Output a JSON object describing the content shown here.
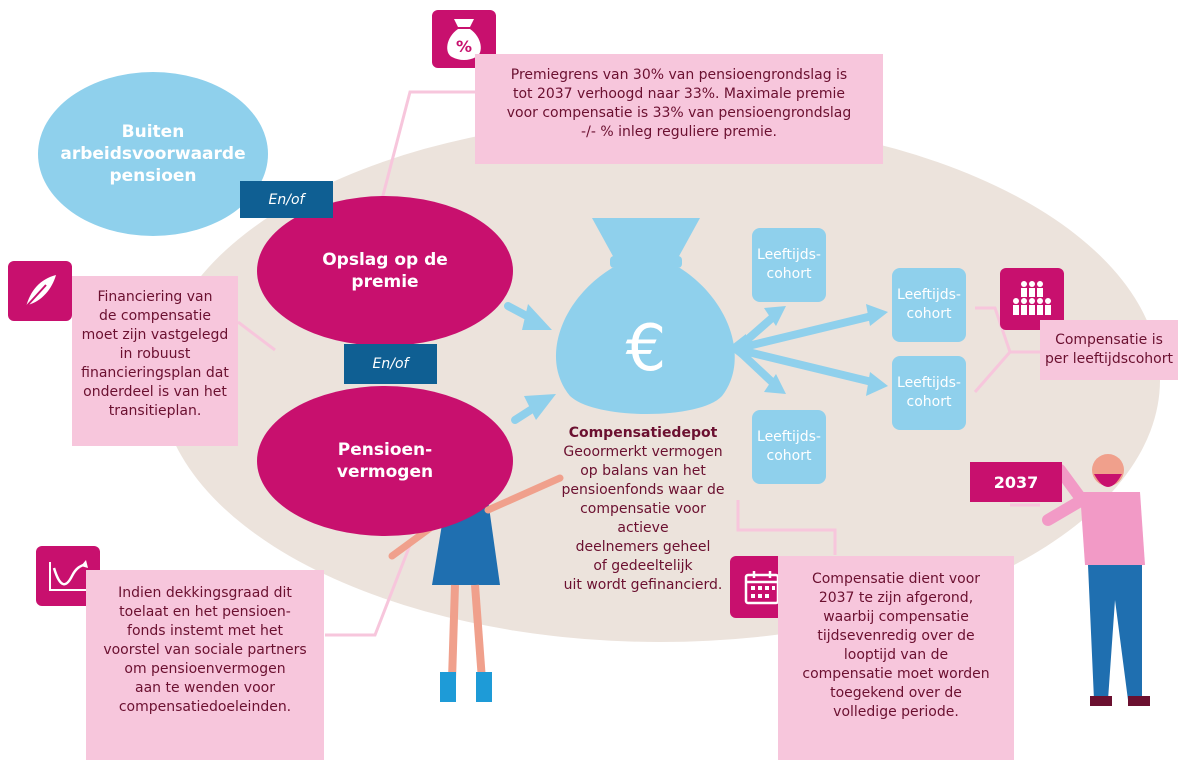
{
  "premie_box": {
    "lines": [
      "Premiegrens van 30% van pensioengrondslag is",
      "tot 2037 verhoogd naar 33%. Maximale premie",
      "voor compensatie is 33% van pensioengrondslag",
      "-/- % inleg reguliere premie."
    ]
  },
  "buiten_ellipse": {
    "lines": [
      "Buiten",
      "arbeidsvoorwaarde",
      "pensioen"
    ]
  },
  "en_of_label": "En/of",
  "opslag_ellipse": {
    "lines": [
      "Opslag op de",
      "premie"
    ]
  },
  "pensioen_ellipse": {
    "lines": [
      "Pensioen-",
      "vermogen"
    ]
  },
  "financiering_box": {
    "lines": [
      "Financiering van",
      "de compensatie",
      "moet zijn vastgelegd",
      "in robuust",
      "financieringsplan dat",
      "onderdeel is van het",
      "transitieplan."
    ]
  },
  "dekkingsgraad_box": {
    "lines": [
      "Indien dekkingsgraad dit",
      "toelaat en het pensioen-",
      "fonds instemt met het",
      "voorstel van sociale partners",
      "om pensioenvermogen",
      "aan te wenden voor",
      "compensatiedoeleinden."
    ]
  },
  "depot": {
    "title": "Compensatiedepot",
    "lines": [
      "Geoormerkt vermogen",
      "op balans van het",
      "pensioenfonds waar de",
      "compensatie voor",
      "actieve",
      "deelnemers geheel",
      "of gedeeltelijk",
      "uit wordt gefinancierd."
    ]
  },
  "cohort_label": [
    "Leeftijds-",
    "cohort"
  ],
  "compensatie_cohort_box": {
    "lines": [
      "Compensatie is",
      "per leeftijdscohort"
    ]
  },
  "year_badge": "2037",
  "afgerond_box": {
    "lines": [
      "Compensatie dient voor",
      "2037 te zijn afgerond,",
      "waarbij compensatie",
      "tijdsevenredig over de",
      "looptijd van de",
      "compensatie moet worden",
      "toegekend over de",
      "volledige periode."
    ]
  },
  "colors": {
    "magenta": "#c8106e",
    "light_blue": "#8fd0ec",
    "dark_blue": "#0f5f93",
    "pink_box": "#f7c6dc",
    "beige_background": "#ece3dc",
    "text_dark": "#6b1030"
  },
  "icons": [
    "money-bag-percent-icon",
    "feather-icon",
    "chart-trend-icon",
    "people-group-icon",
    "calendar-icon",
    "euro-money-bag-icon"
  ]
}
